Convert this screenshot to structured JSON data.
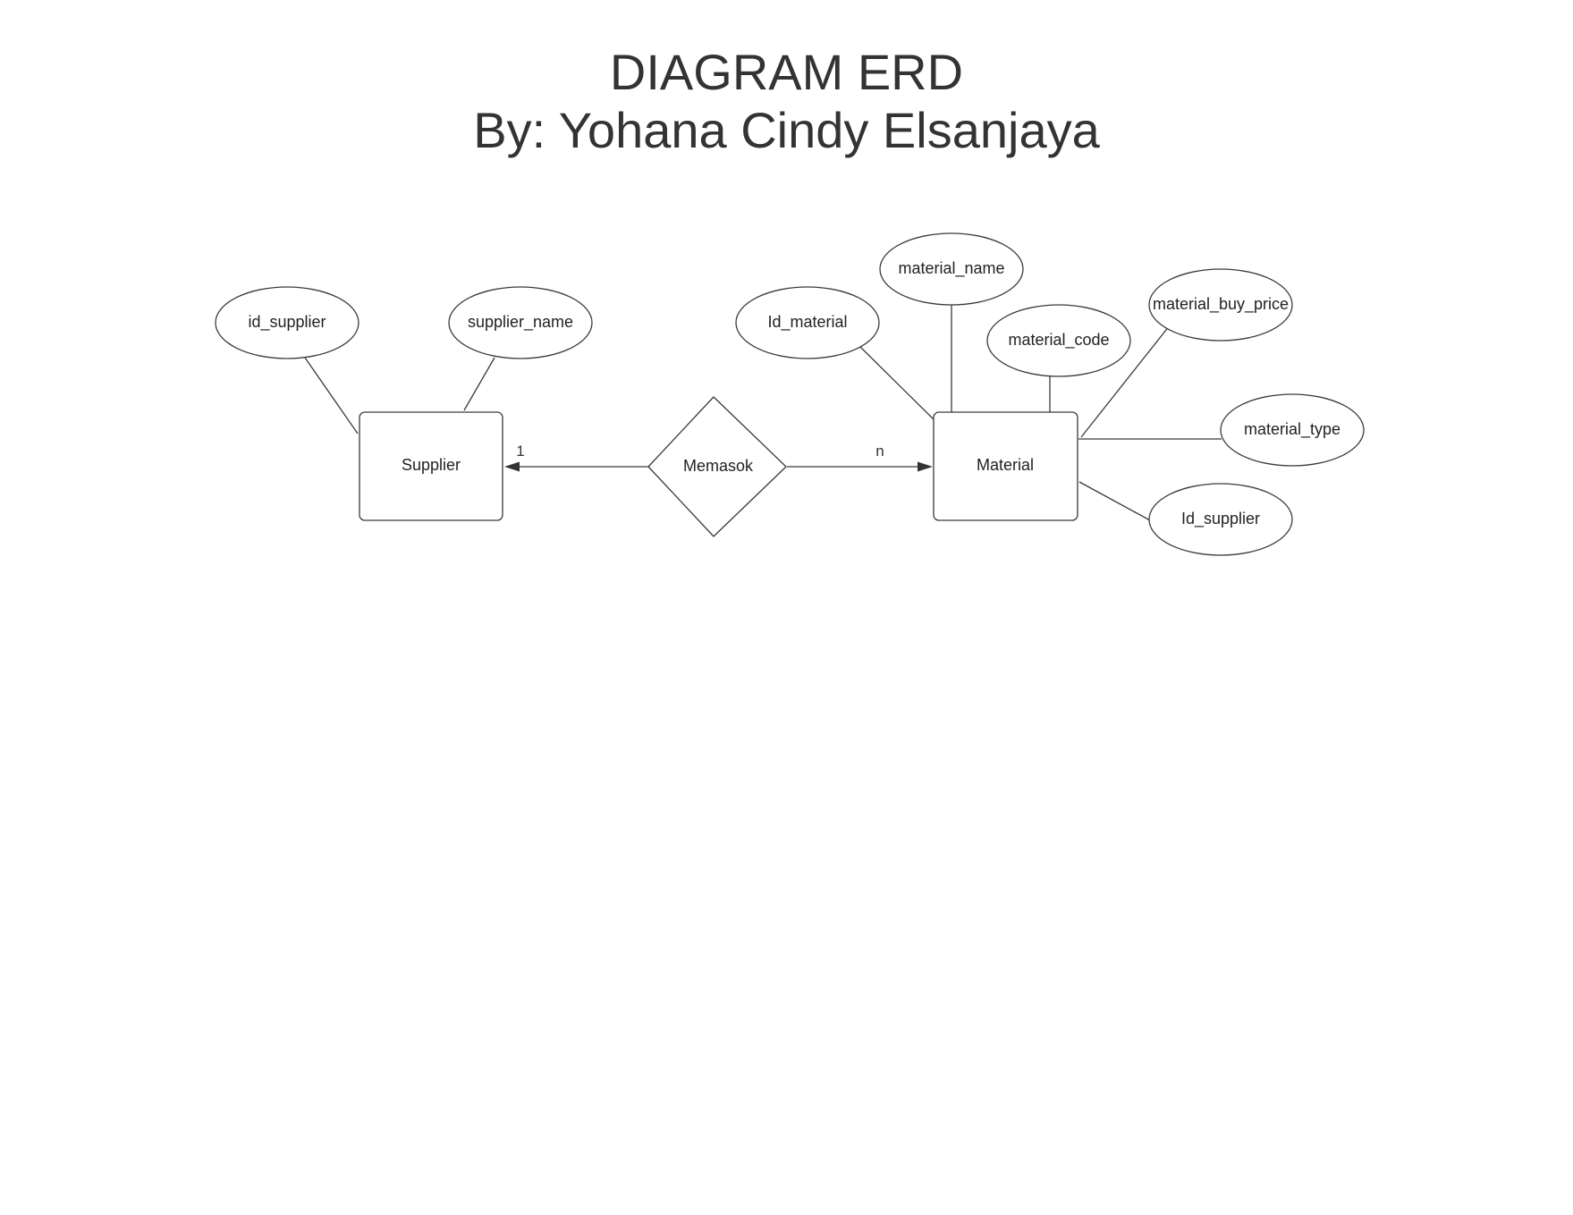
{
  "diagram": {
    "title": "DIAGRAM ERD",
    "subtitle": "By: Yohana Cindy Elsanjaya",
    "entities": [
      {
        "id": "supplier",
        "label": "Supplier"
      },
      {
        "id": "material",
        "label": "Material"
      }
    ],
    "relationships": [
      {
        "id": "memasok",
        "label": "Memasok"
      }
    ],
    "cardinality": {
      "supplier_side": "1",
      "material_side": "n"
    },
    "supplier_attributes": [
      {
        "label": "id_supplier"
      },
      {
        "label": "supplier_name"
      }
    ],
    "material_attributes": [
      {
        "label": "Id_material"
      },
      {
        "label": "material_name"
      },
      {
        "label": "material_code"
      },
      {
        "label": "material_buy_price"
      },
      {
        "label": "material_type"
      },
      {
        "label": "Id_supplier"
      }
    ]
  }
}
